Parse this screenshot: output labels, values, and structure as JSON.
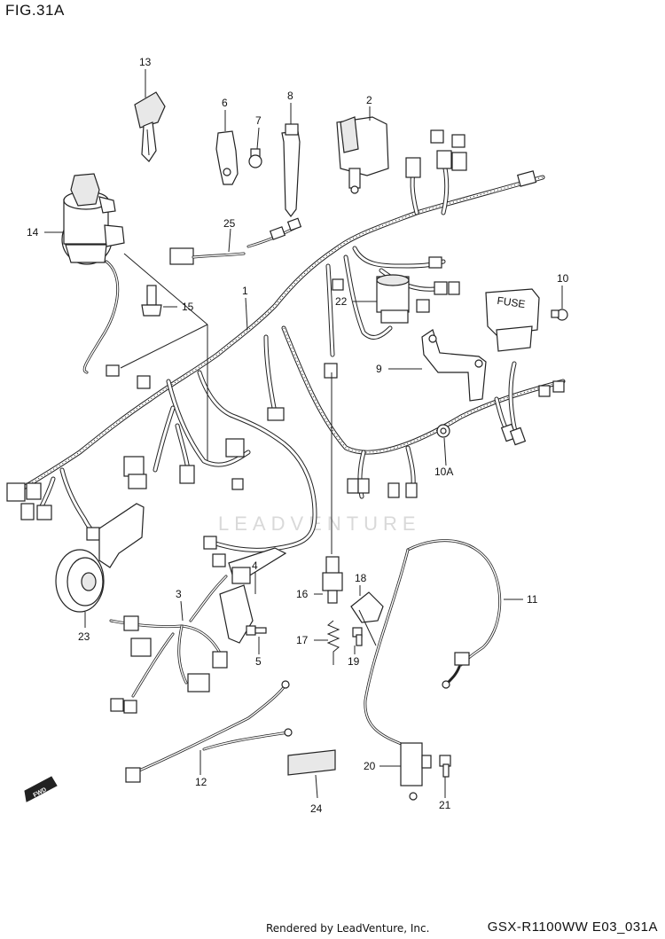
{
  "figure": {
    "title": "FIG.31A",
    "credit": "Rendered by LeadVenture, Inc.",
    "code": "GSX-R1100WW  E03_031A",
    "watermark": "LEADVENTURE",
    "fwd_label": "FWD"
  },
  "callouts": [
    {
      "id": "c13",
      "label": "13"
    },
    {
      "id": "c6",
      "label": "6"
    },
    {
      "id": "c7",
      "label": "7"
    },
    {
      "id": "c8",
      "label": "8"
    },
    {
      "id": "c2",
      "label": "2"
    },
    {
      "id": "c14",
      "label": "14"
    },
    {
      "id": "c25",
      "label": "25"
    },
    {
      "id": "c1",
      "label": "1"
    },
    {
      "id": "c15",
      "label": "15"
    },
    {
      "id": "c22",
      "label": "22"
    },
    {
      "id": "c10",
      "label": "10"
    },
    {
      "id": "c9",
      "label": "9"
    },
    {
      "id": "c10a",
      "label": "10A"
    },
    {
      "id": "c4",
      "label": "4"
    },
    {
      "id": "c11",
      "label": "11"
    },
    {
      "id": "c3",
      "label": "3"
    },
    {
      "id": "c16",
      "label": "16"
    },
    {
      "id": "c18",
      "label": "18"
    },
    {
      "id": "c23",
      "label": "23"
    },
    {
      "id": "c5",
      "label": "5"
    },
    {
      "id": "c17",
      "label": "17"
    },
    {
      "id": "c19",
      "label": "19"
    },
    {
      "id": "c12",
      "label": "12"
    },
    {
      "id": "c20",
      "label": "20"
    },
    {
      "id": "c21",
      "label": "21"
    },
    {
      "id": "c24",
      "label": "24"
    }
  ],
  "fuse_label": "FUSE"
}
